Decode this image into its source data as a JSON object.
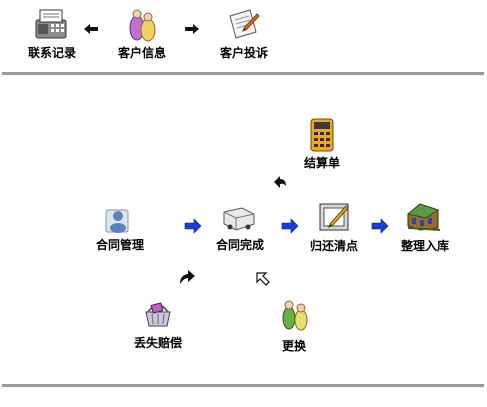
{
  "top_nav": {
    "contact_record": "联系记录",
    "customer_info": "客户信息",
    "customer_complaint": "客户投诉"
  },
  "flow": {
    "contract_manage": "合同管理",
    "contract_complete": "合同完成",
    "return_check": "归还清点",
    "sort_storage": "整理入库",
    "settlement": "结算单",
    "lost_compensation": "丢失赔偿",
    "replace": "更换"
  },
  "colors": {
    "divider": "#9a9a9a",
    "flow_arrow_blue": "#1a3cd8",
    "dark_arrow": "#111111"
  }
}
